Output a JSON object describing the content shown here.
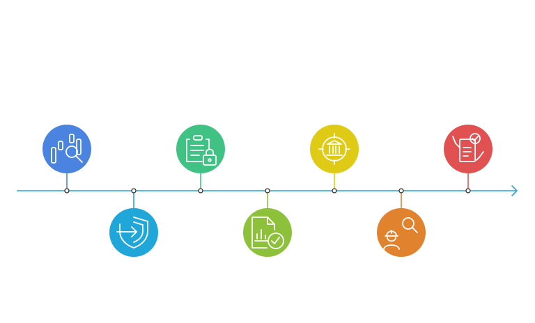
{
  "timeline": {
    "line_color": "#29A6D6",
    "node_fill": "#ffffff",
    "node_stroke": "#333333",
    "milestones": [
      {
        "icon": "data-analysis-magnifier-icon",
        "color": "#4A84E0",
        "position": "above"
      },
      {
        "icon": "shield-entry-icon",
        "color": "#21A6DA",
        "position": "below"
      },
      {
        "icon": "clipboard-lock-icon",
        "color": "#3FC284",
        "position": "above"
      },
      {
        "icon": "report-approved-icon",
        "color": "#8EC13B",
        "position": "below"
      },
      {
        "icon": "bank-target-icon",
        "color": "#DFCB16",
        "position": "above"
      },
      {
        "icon": "inspector-search-icon",
        "color": "#E0822E",
        "position": "below"
      },
      {
        "icon": "signed-document-icon",
        "color": "#E25151",
        "position": "above"
      }
    ]
  }
}
